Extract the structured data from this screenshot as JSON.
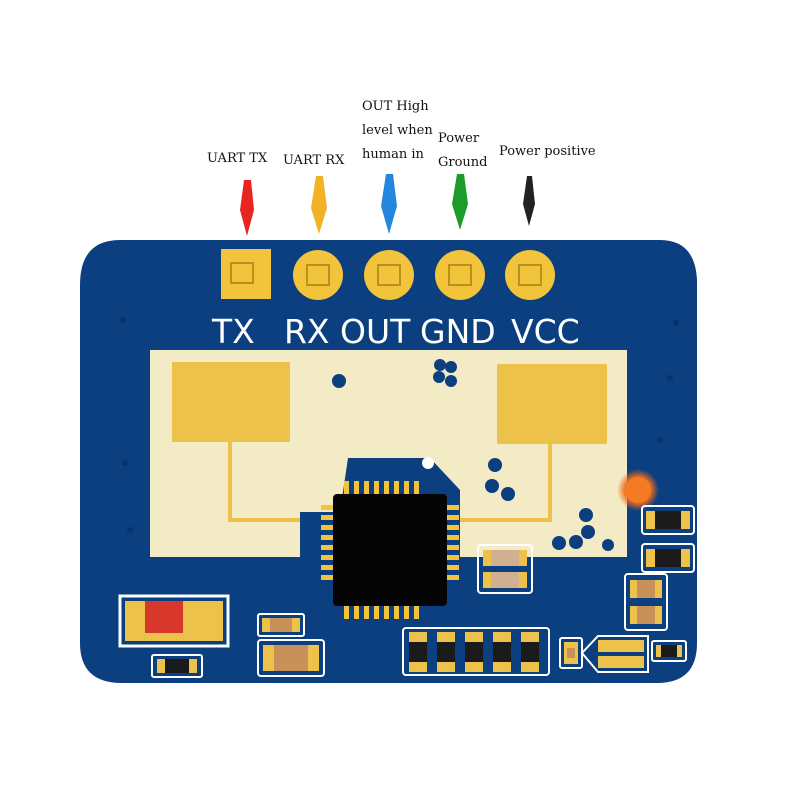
{
  "annotations": {
    "uart_tx": "UART TX",
    "uart_rx": "UART RX",
    "out_line1": "OUT High",
    "out_line2": "level when",
    "out_line3": "human in",
    "gnd_line1": "Power",
    "gnd_line2": "Ground",
    "vcc": "Power positive"
  },
  "pins": {
    "tx": "TX",
    "rx": "RX",
    "out": "OUT",
    "gnd": "GND",
    "vcc": "VCC"
  },
  "arrow_icons": [
    "red-arrow-icon",
    "yellow-arrow-icon",
    "blue-arrow-icon",
    "green-arrow-icon",
    "black-arrow-icon"
  ],
  "colors": {
    "board": "#0b3f80",
    "pad": "#f2c43b",
    "antenna_area": "#f3ebc5",
    "tx_arrow": "#e8251f",
    "rx_arrow": "#f2b225",
    "out_arrow": "#2387e0",
    "gnd_arrow": "#1c9c2b",
    "vcc_arrow": "#222222"
  }
}
